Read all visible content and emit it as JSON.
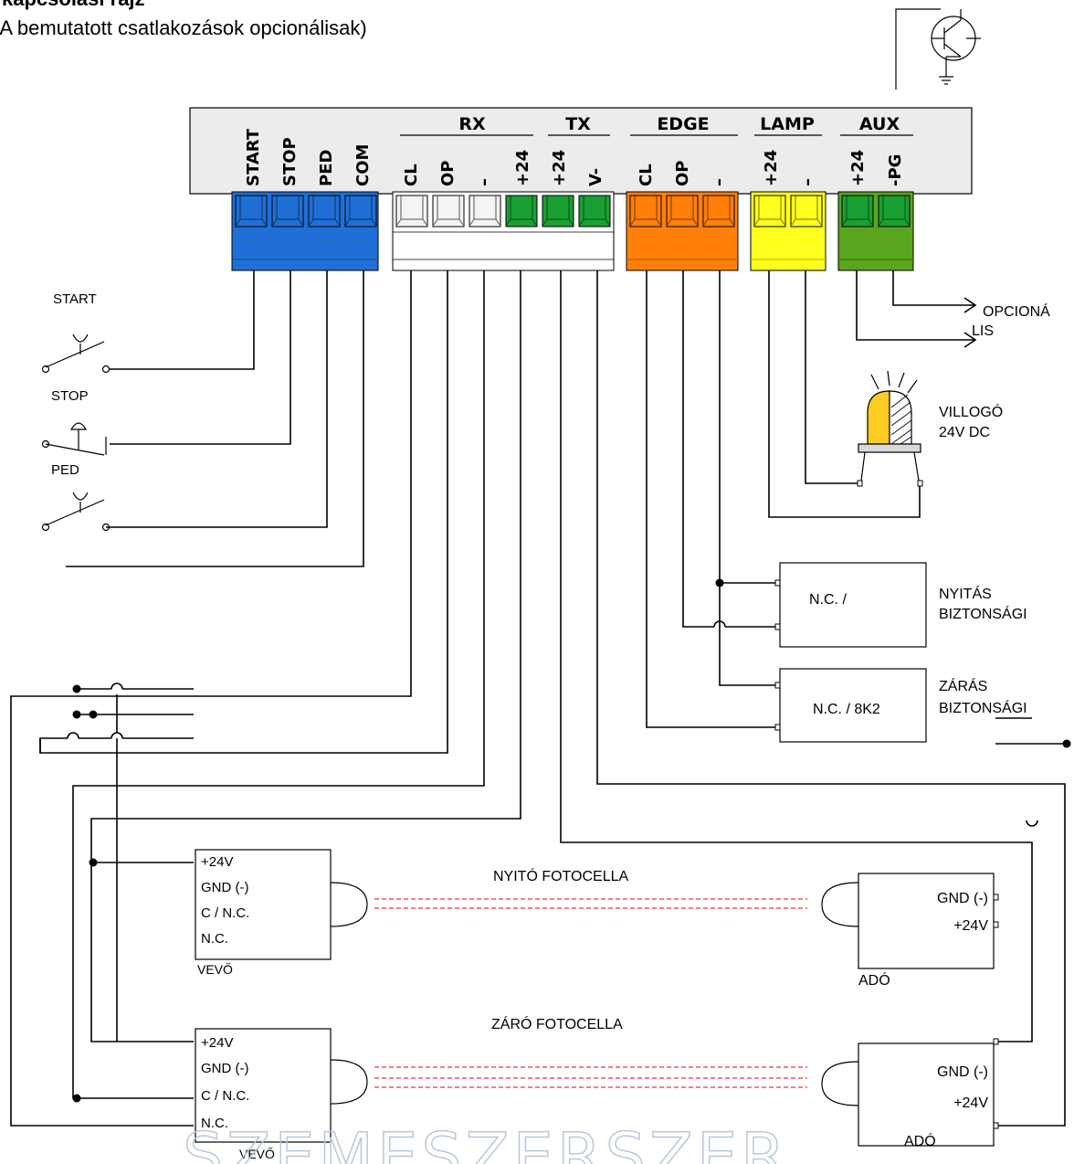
{
  "header": {
    "title_partial": "kapcsolási rajz",
    "subtitle": "(A bemutatott csatlakozások opcionálisak)"
  },
  "terminal_block": {
    "group_labels": {
      "rx": "RX",
      "tx": "TX",
      "edge": "EDGE",
      "lamp": "LAMP",
      "aux": "AUX"
    },
    "pins": [
      "START",
      "STOP",
      "PED",
      "COM",
      "CL",
      "OP",
      "–",
      "+24",
      "+24",
      "V-",
      "CL",
      "OP",
      "–",
      "+24",
      "–",
      "+24",
      "-PG"
    ]
  },
  "colors": {
    "blue_block": "#1f6fd6",
    "white_block": "#ffffff",
    "green_block": "#1aa032",
    "orange_block": "#ff7f0a",
    "yellow_block": "#ffff1e",
    "aux_block": "#5aa51e",
    "panel": "#ececec",
    "beam": "#e23b3b",
    "lamp_yellow": "#ffcc22"
  },
  "buttons": {
    "start": "START",
    "stop": "STOP",
    "ped": "PED"
  },
  "aux_outputs": {
    "label_line1": "OPCIONÁ",
    "label_line2": "LIS"
  },
  "lamp": {
    "line1": "VILLOGÓ",
    "line2": "24V DC"
  },
  "edges": {
    "open_box": "N.C. /",
    "open_label1": "NYITÁS",
    "open_label2": "BIZTONSÁGI",
    "close_box": "N.C. / 8K2",
    "close_label1": "ZÁRÁS",
    "close_label2": "BIZTONSÁGI"
  },
  "photocell_open": {
    "title": "NYITÓ FOTOCELLA",
    "rx_lines": [
      "+24V",
      "GND (-)",
      "C / N.C.",
      "N.C."
    ],
    "rx_label": "VEVŐ",
    "tx_lines": [
      "GND (-)",
      "+24V"
    ],
    "tx_label": "ADÓ"
  },
  "photocell_close": {
    "title": "ZÁRÓ FOTOCELLA",
    "rx_lines": [
      "+24V",
      "GND (-)",
      "C / N.C.",
      "N.C."
    ],
    "rx_label": "VEVŐ",
    "tx_lines": [
      "GND (-)",
      "+24V"
    ],
    "tx_label": "ADÓ"
  },
  "watermark": "SZEMESZERSZER"
}
